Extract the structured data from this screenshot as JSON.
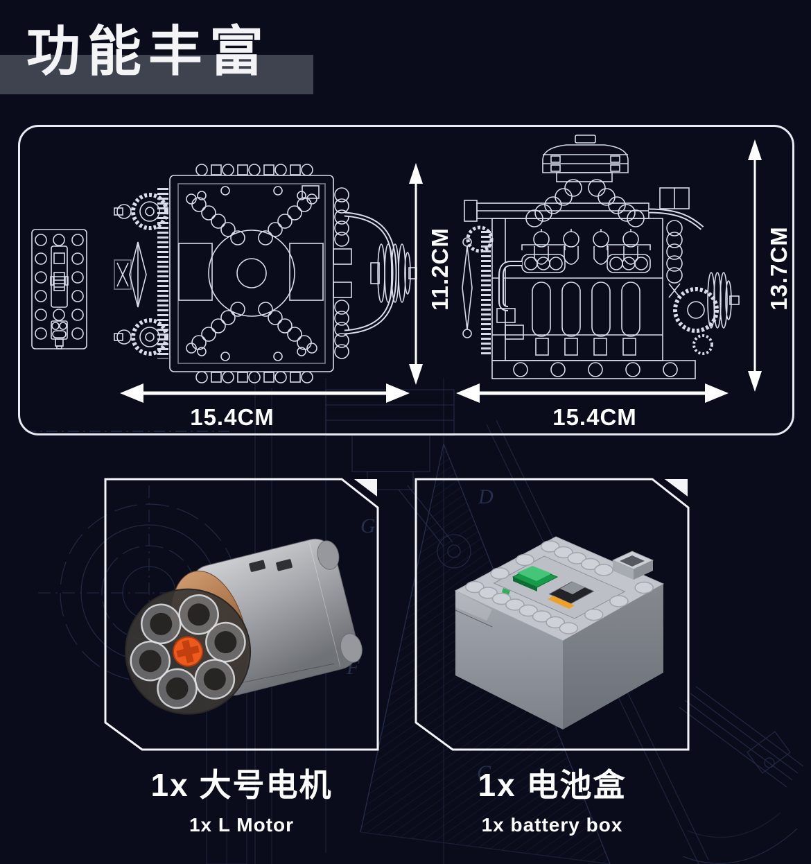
{
  "page": {
    "title": "功能丰富"
  },
  "colors": {
    "background": "#0a0c1b",
    "title_bar": "#444854",
    "frame_line": "#f4f5f8",
    "blueprint_line": "#d8dde9",
    "accent_orange": "#ee5a1c",
    "accent_green": "#1a9c4c"
  },
  "spec_panel": {
    "left_view": {
      "width_label": "15.4CM",
      "height_label": "11.2CM"
    },
    "right_view": {
      "width_label": "15.4CM",
      "height_label": "13.7CM"
    }
  },
  "parts": [
    {
      "id": "l-motor",
      "qty_cn": "1x 大号电机",
      "qty_en": "1x L Motor"
    },
    {
      "id": "battery-box",
      "qty_cn": "1x 电池盒",
      "qty_en": "1x battery box"
    }
  ],
  "background_letters": [
    "D",
    "G",
    "C",
    "F"
  ]
}
